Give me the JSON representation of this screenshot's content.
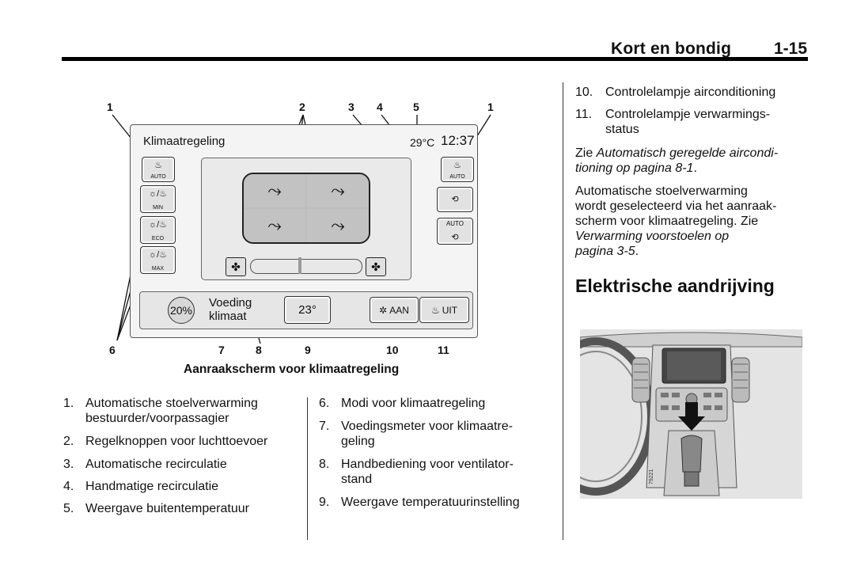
{
  "header": {
    "section": "Kort en bondig",
    "page": "1-15"
  },
  "figure": {
    "caption": "Aanraakscherm voor klimaatregeling",
    "screen_title": "Klimaatregeling",
    "temp_outside": "29°C",
    "clock": "12:37",
    "power_percent": "20%",
    "power_label_line1": "Voeding",
    "power_label_line2": "klimaat",
    "set_temp": "23°",
    "ac_on": "AAN",
    "heat_off": "UIT",
    "btn_auto_left": "AUTO",
    "btn_auto_right": "AUTO",
    "btn_auto_recirc": "AUTO",
    "mode_min": "MIN",
    "mode_eco": "ECO",
    "mode_max": "MAX",
    "callouts_top": [
      "1",
      "2",
      "3",
      "4",
      "5",
      "1"
    ],
    "callouts_bottom": [
      "6",
      "7",
      "8",
      "9",
      "10",
      "11"
    ]
  },
  "list_left": [
    {
      "num": "1.",
      "text": "Automatische stoelverwarming",
      "text2": "bestuurder/voorpassagier"
    },
    {
      "num": "2.",
      "text": "Regelknoppen voor luchttoevoer"
    },
    {
      "num": "3.",
      "text": "Automatische recirculatie"
    },
    {
      "num": "4.",
      "text": "Handmatige recirculatie"
    },
    {
      "num": "5.",
      "text": "Weergave buitentemperatuur"
    }
  ],
  "list_mid": [
    {
      "num": "6.",
      "text": "Modi voor klimaatregeling"
    },
    {
      "num": "7.",
      "text": "Voedingsmeter voor klimaatre-",
      "text2": "geling"
    },
    {
      "num": "8.",
      "text": "Handbediening voor ventilator-",
      "text2": "stand"
    },
    {
      "num": "9.",
      "text": "Weergave temperatuurinstelling"
    }
  ],
  "list_right": [
    {
      "num": "10.",
      "text": "Controlelampje airconditioning"
    },
    {
      "num": "11.",
      "text": "Controlelampje verwarmings-",
      "text2": "status"
    }
  ],
  "para1": {
    "prefix": "Zie ",
    "ref_line1": "Automatisch geregelde aircondi-",
    "ref_line2": "tioning op pagina 8-1",
    "suffix": "."
  },
  "para2": {
    "line1": "Automatische stoelverwarming",
    "line2": "wordt geselecteerd via het aanraak-",
    "line3": "scherm voor klimaatregeling. Zie",
    "ref_line1": "Verwarming voorstoelen op",
    "ref_line2": "pagina 3-5",
    "suffix": "."
  },
  "section_heading": "Elektrische aandrijving",
  "photo": {
    "code": "79221"
  }
}
